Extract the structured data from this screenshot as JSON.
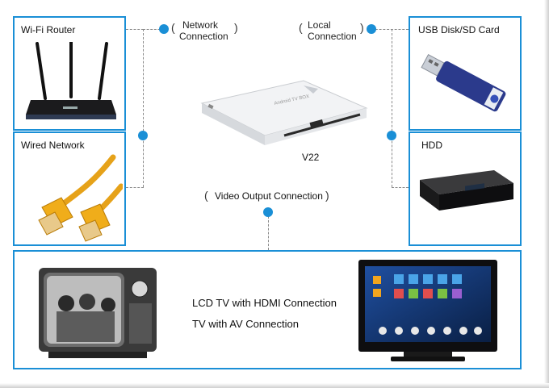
{
  "boxes": {
    "wifi": "Wi-Fi Router",
    "wired": "Wired Network",
    "usb": "USB Disk/SD Card",
    "hdd": "HDD"
  },
  "connections": {
    "network_1": "Network",
    "network_2": "Connection",
    "local_1": "Local",
    "local_2": "Connection",
    "video": "Video Output Connection"
  },
  "device": {
    "model": "V22",
    "top_text": "Android TV BOX"
  },
  "tv": {
    "hdmi": "LCD TV with HDMI Connection",
    "av": "TV with AV Connection"
  },
  "colors": {
    "frame": "#1a8fd6",
    "dot": "#1a8fd6"
  }
}
